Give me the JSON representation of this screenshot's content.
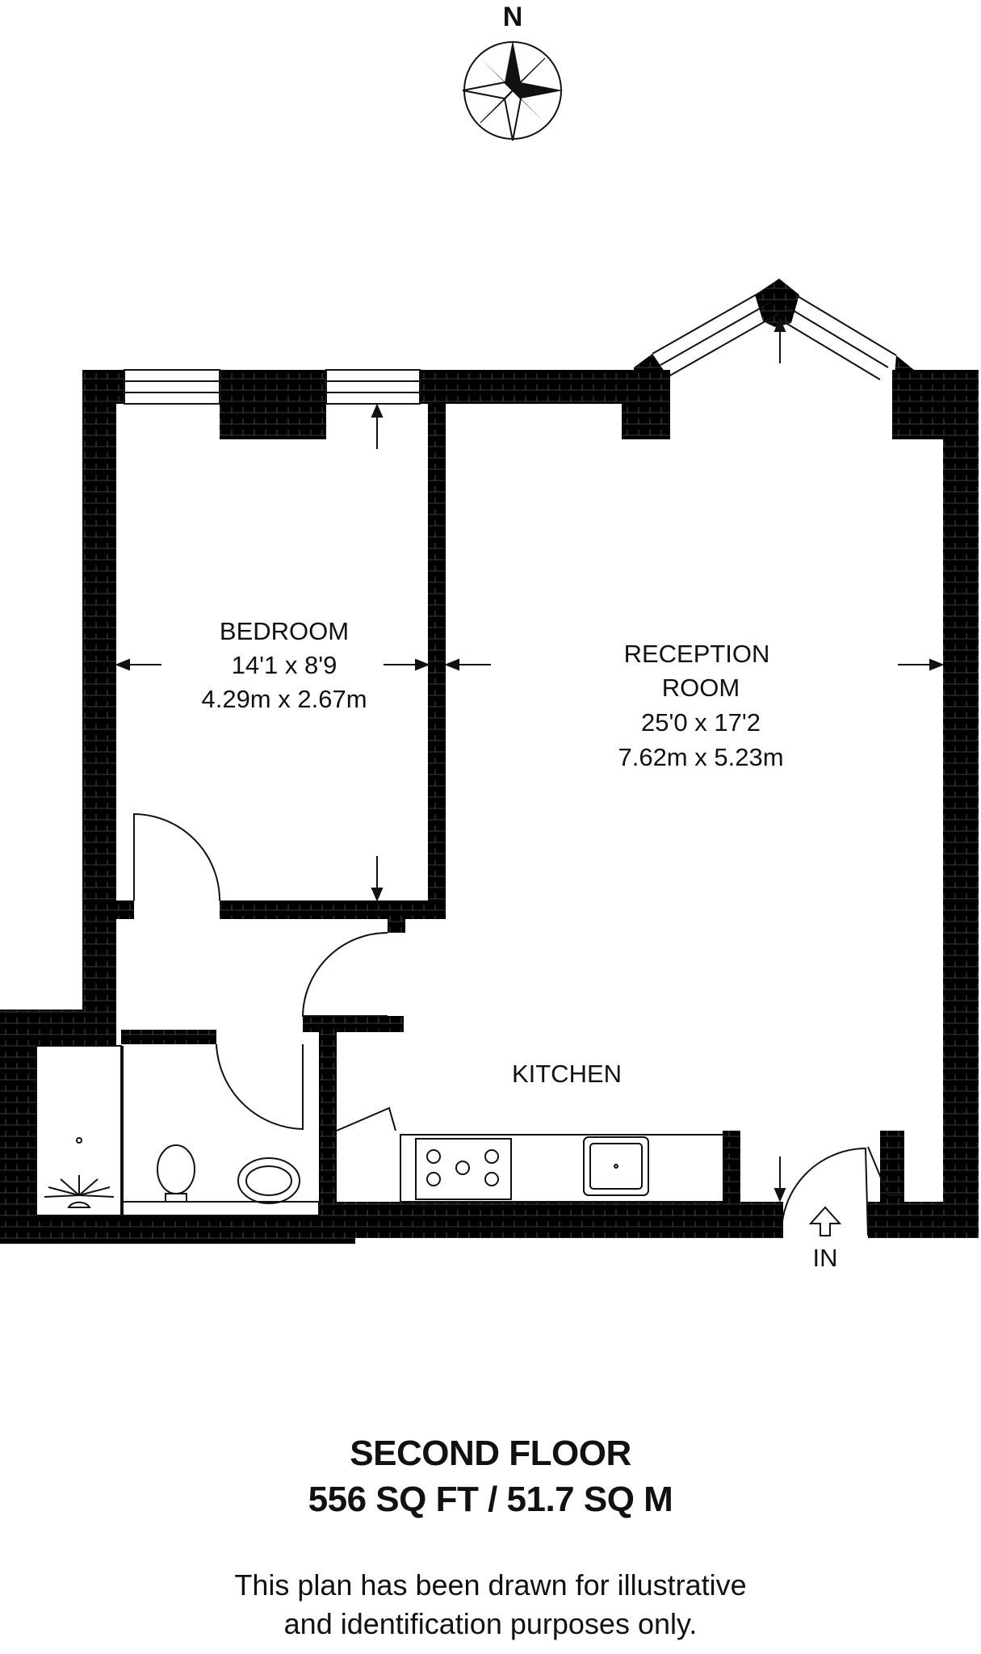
{
  "compass": {
    "north_label": "N",
    "icon": "compass-rose-icon"
  },
  "rooms": {
    "bedroom": {
      "name": "BEDROOM",
      "imperial": "14'1 x 8'9",
      "metric": "4.29m x 2.67m"
    },
    "reception": {
      "name_line1": "RECEPTION",
      "name_line2": "ROOM",
      "imperial": "25'0 x 17'2",
      "metric": "7.62m x 5.23m"
    },
    "kitchen": {
      "name": "KITCHEN"
    }
  },
  "entrance": {
    "label": "IN"
  },
  "floor": {
    "title": "SECOND FLOOR",
    "area": "556 SQ FT / 51.7 SQ M"
  },
  "disclaimer": {
    "line1": "This plan has been drawn for illustrative",
    "line2": "and identification purposes only."
  },
  "colors": {
    "wall": "#000000",
    "background": "#ffffff",
    "line": "#111111"
  }
}
